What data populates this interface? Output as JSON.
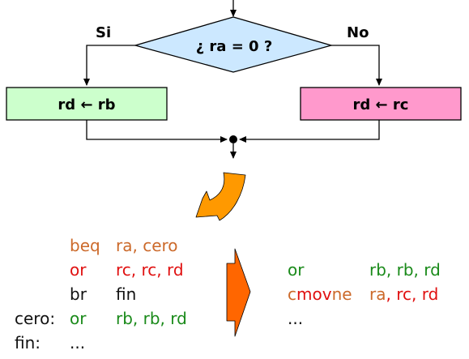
{
  "flowchart": {
    "condition": "¿ ra = 0 ?",
    "yes_label": "Si",
    "no_label": "No",
    "yes_box": "rd ← rb",
    "no_box": "rd ← rc",
    "colors": {
      "diamond_fill": "#cce8ff",
      "yes_fill": "#ccffcc",
      "no_fill": "#ff99cc",
      "arrow_orange": "#ff9900",
      "arrow_red_orange": "#ff6600"
    }
  },
  "code_left": {
    "lines": [
      {
        "label": "",
        "op": "beq",
        "args": "ra, cero",
        "color": "orange"
      },
      {
        "label": "",
        "op": "or",
        "args": "rc, rc, rd",
        "color": "red"
      },
      {
        "label": "",
        "op": "br",
        "args": "fin",
        "color": "black"
      },
      {
        "label": "cero:",
        "op": "or",
        "args": "rb, rb, rd",
        "color": "green"
      },
      {
        "label": "fin:",
        "op": "...",
        "args": "",
        "color": "black"
      }
    ]
  },
  "code_right": {
    "line1_op": "or",
    "line1_args": "rb, rb, rd",
    "line2_op_c": "c",
    "line2_op_mov": "mov",
    "line2_op_ne": "ne",
    "line2_args": "ra, rc, rd",
    "line3": "..."
  }
}
